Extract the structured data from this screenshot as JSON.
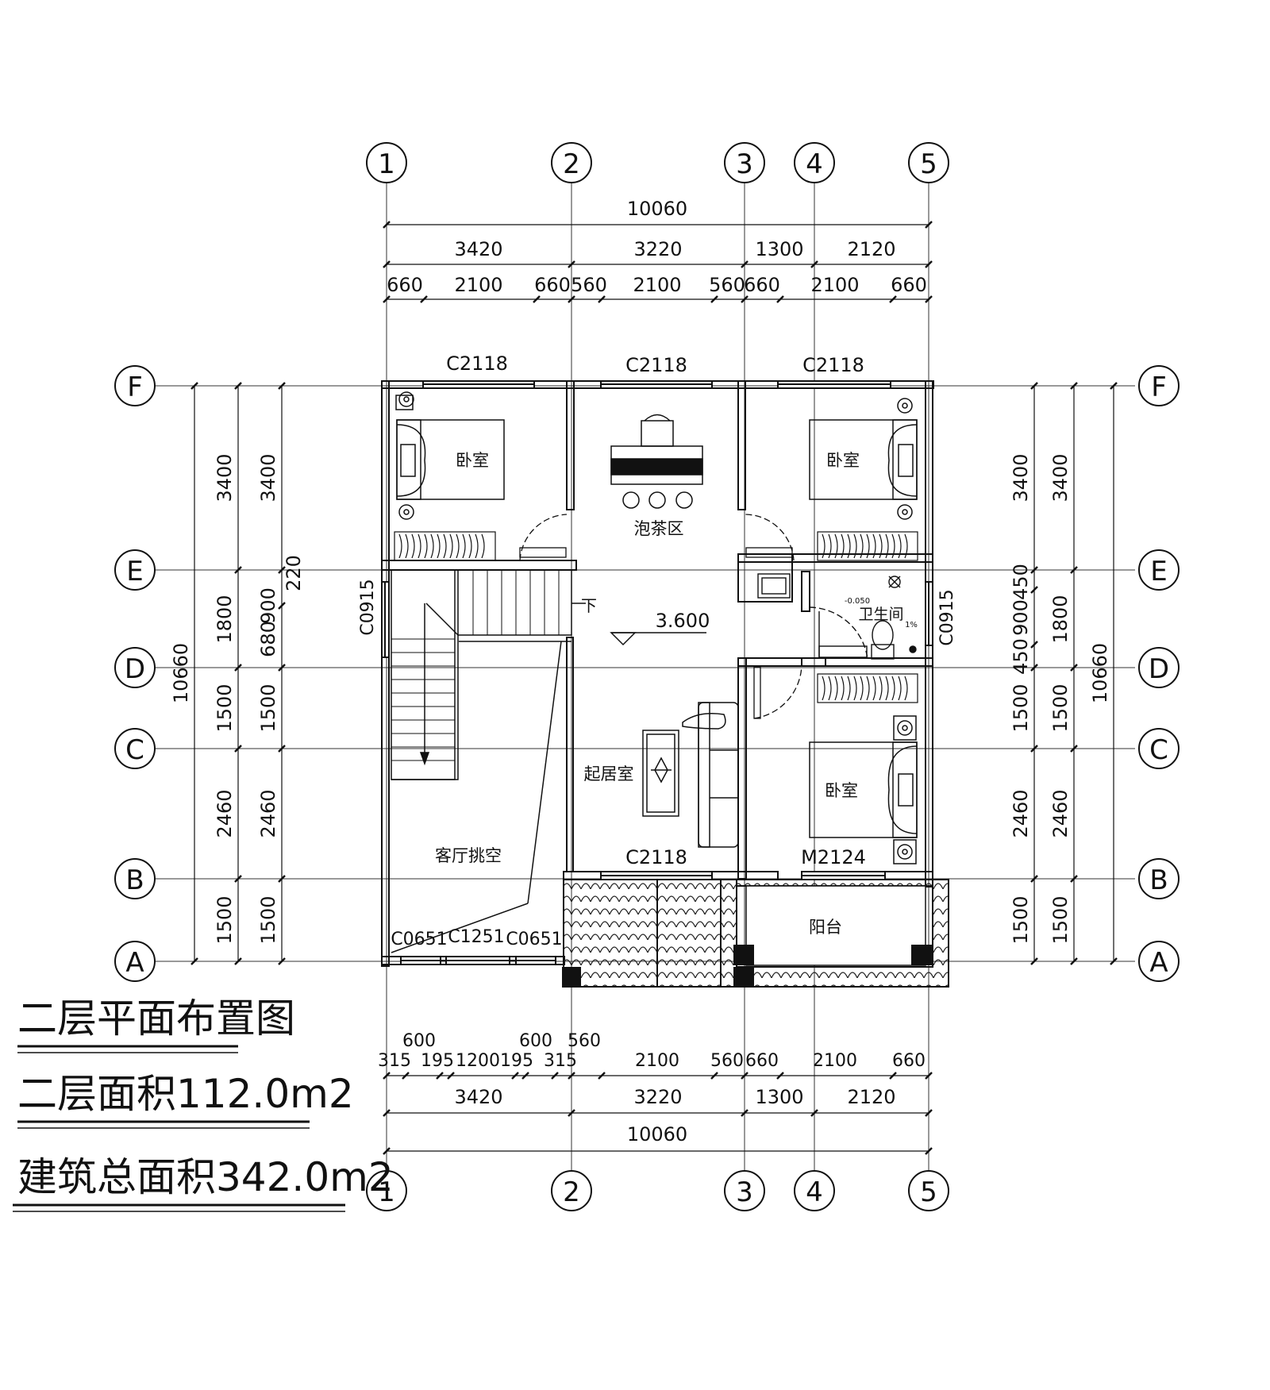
{
  "axes": {
    "columns": [
      "1",
      "2",
      "3",
      "4",
      "5"
    ],
    "rows": [
      "F",
      "E",
      "D",
      "C",
      "B",
      "A"
    ]
  },
  "dims_top": {
    "total": "10060",
    "bays": [
      "3420",
      "3220",
      "1300",
      "2120"
    ],
    "openings": [
      "660",
      "2100",
      "660",
      "560",
      "2100",
      "560",
      "660",
      "2100",
      "660"
    ]
  },
  "dims_bottom": {
    "openings": [
      "315",
      "600",
      "195",
      "1200",
      "195",
      "600",
      "315",
      "560",
      "2100",
      "560",
      "660",
      "2100",
      "660"
    ],
    "bays": [
      "3420",
      "3220",
      "1300",
      "2120"
    ],
    "total": "10060"
  },
  "dims_left": {
    "total": "10660",
    "bays": [
      "3400",
      "1800",
      "1500",
      "2460",
      "1500"
    ],
    "openings": [
      "3400",
      "680",
      "900",
      "220",
      "1500",
      "2460",
      "1500"
    ]
  },
  "dims_right": {
    "total": "10660",
    "bays": [
      "3400",
      "1800",
      "1500",
      "2460",
      "1500"
    ],
    "openings": [
      "3400",
      "450",
      "900",
      "450",
      "1500",
      "2460",
      "1500"
    ]
  },
  "windows": {
    "top_left": "C2118",
    "top_mid": "C2118",
    "top_right": "C2118",
    "left_side": "C0915",
    "right_side": "C0915",
    "living": "C2118",
    "door_bedroom": "M2124",
    "bottom_left": "C0651",
    "bottom_mid": "C1251",
    "bottom_right": "C0651"
  },
  "rooms": {
    "bedroom_nw": "卧室",
    "bedroom_ne": "卧室",
    "bedroom_se": "卧室",
    "tea_area": "泡茶区",
    "living": "起居室",
    "void": "客厅挑空",
    "bathroom": "卫生间",
    "balcony": "阳台",
    "stair_down": "下",
    "level": "3.600",
    "bath_level": "-0.050",
    "slope": "1%"
  },
  "titles": {
    "plan_name": "二层平面布置图",
    "floor_area": "二层面积112.0m2",
    "total_area": "建筑总面积342.0m2"
  }
}
